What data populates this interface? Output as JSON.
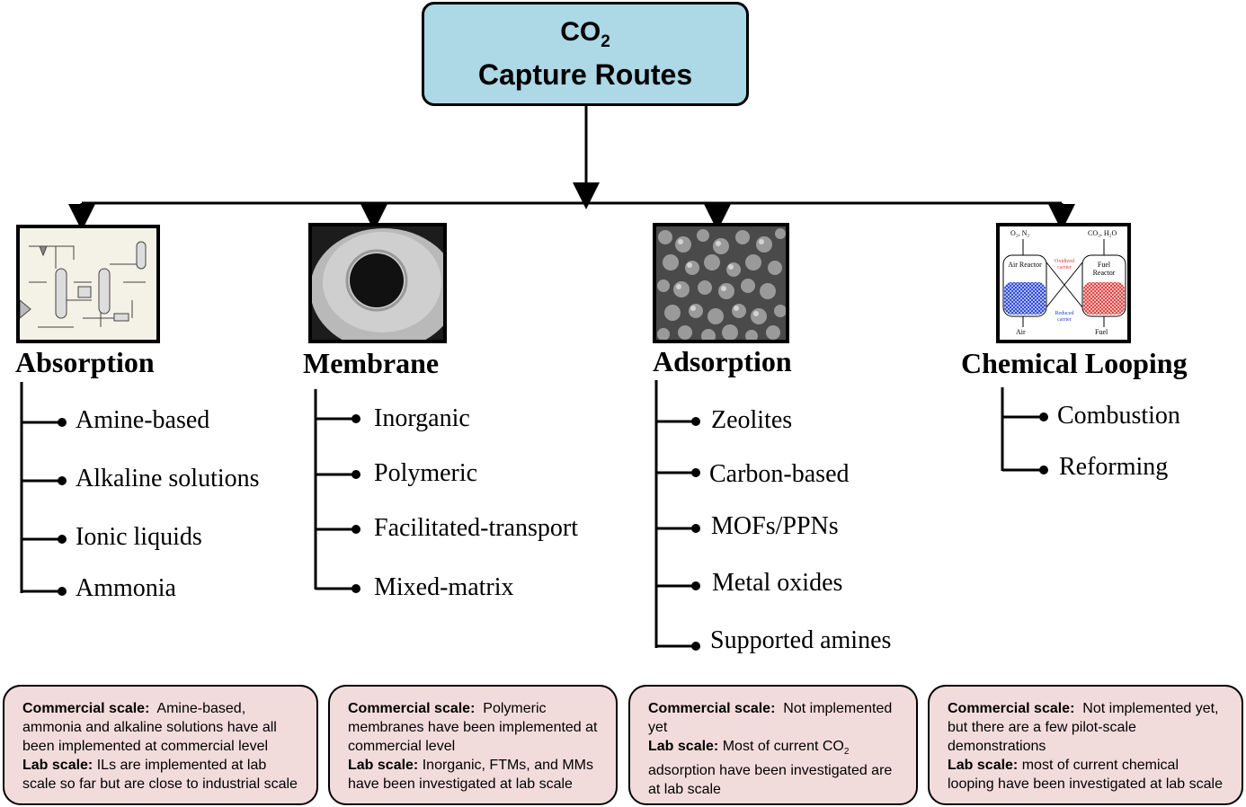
{
  "root": {
    "title_main": "CO",
    "title_subscript": "2",
    "title_line2": "Capture Routes"
  },
  "categories": [
    {
      "title": "Absorption",
      "items": [
        "Amine-based",
        "Alkaline solutions",
        "Ionic liquids",
        "Ammonia"
      ]
    },
    {
      "title": "Membrane",
      "items": [
        "Inorganic",
        "Polymeric",
        "Facilitated-transport",
        "Mixed-matrix"
      ]
    },
    {
      "title": "Adsorption",
      "items": [
        "Zeolites",
        "Carbon-based",
        "MOFs/PPNs",
        "Metal oxides",
        "Supported amines"
      ]
    },
    {
      "title": "Chemical Looping",
      "items": [
        "Combustion",
        "Reforming"
      ]
    }
  ],
  "loop_figure": {
    "top_left": "O₂, N₂",
    "top_right": "CO₂, H₂O",
    "left_reactor": "Air Reactor",
    "right_reactor": "Fuel Reactor",
    "oxidized": "Oxidized carrier",
    "reduced": "Reduced carrier",
    "bottom_left": "Air",
    "bottom_right": "Fuel"
  },
  "notes": [
    {
      "commercial_label": "Commercial scale:",
      "commercial_text": "Amine-based, ammonia and alkaline solutions have all been implemented at commercial level",
      "lab_label": "Lab scale:",
      "lab_text": "ILs are implemented at lab scale so far but are close to industrial scale"
    },
    {
      "commercial_label": "Commercial scale:",
      "commercial_text": "Polymeric membranes have been implemented at commercial level",
      "lab_label": "Lab scale:",
      "lab_text": "Inorganic, FTMs, and MMs have been investigated at lab scale"
    },
    {
      "commercial_label": "Commercial scale:",
      "commercial_text": "Not implemented yet",
      "lab_label": "Lab scale:",
      "lab_text_pre": "Most of current CO",
      "lab_text_sub": "2",
      "lab_text_post": " adsorption have been investigated are at lab scale"
    },
    {
      "commercial_label": "Commercial scale:",
      "commercial_text": "Not implemented yet, but there are a few pilot-scale demonstrations",
      "lab_label": "Lab scale:",
      "lab_text": "most of current chemical looping have been investigated at lab scale"
    }
  ],
  "colors": {
    "root_fill": "#add8e6",
    "note_fill": "#f2dcdb",
    "loop_air": "#1f3fd6",
    "loop_fuel": "#e03a3a"
  }
}
